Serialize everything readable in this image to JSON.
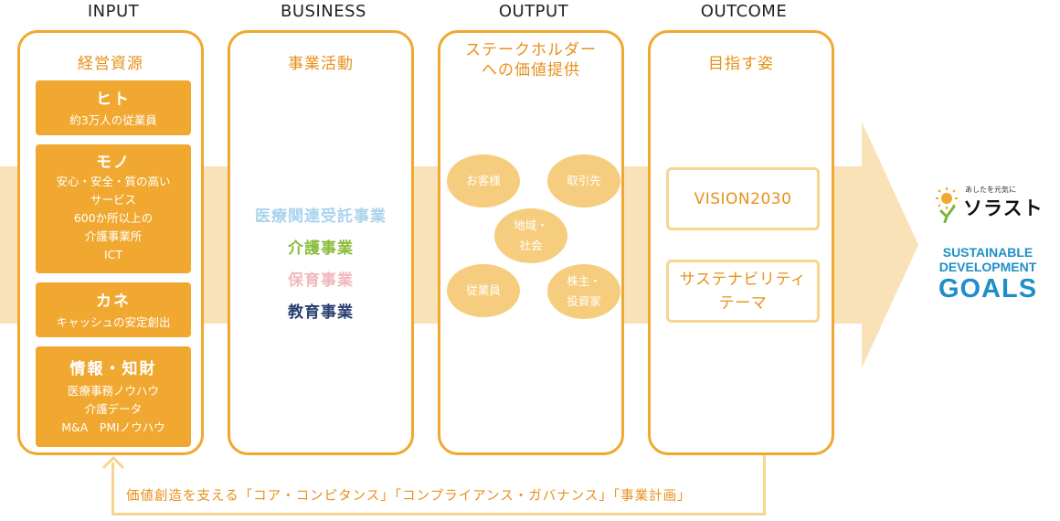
{
  "columns": {
    "input": "INPUT",
    "business": "BUSINESS",
    "output": "OUTPUT",
    "outcome": "OUTCOME"
  },
  "input_panel": {
    "title": "経営資源",
    "resources": [
      {
        "title": "ヒト",
        "lines": [
          "約3万人の従業員"
        ]
      },
      {
        "title": "モノ",
        "lines": [
          "安心・安全・質の高い",
          "サービス",
          "600か所以上の",
          "介護事業所",
          "ICT"
        ]
      },
      {
        "title": "カネ",
        "lines": [
          "キャッシュの安定創出"
        ]
      },
      {
        "title": "情報・知財",
        "lines": [
          "医療事務ノウハウ",
          "介護データ",
          "M&A　PMIノウハウ"
        ]
      }
    ]
  },
  "business_panel": {
    "title": "事業活動",
    "items": [
      {
        "label": "医療関連受託事業",
        "color": "#a9d4ec"
      },
      {
        "label": "介護事業",
        "color": "#8cbc3c"
      },
      {
        "label": "保育事業",
        "color": "#f3b7bf"
      },
      {
        "label": "教育事業",
        "color": "#2b3f74"
      }
    ]
  },
  "output_panel": {
    "title_lines": [
      "ステークホルダー",
      "への価値提供"
    ],
    "stakeholders": [
      {
        "lines": [
          "お客様"
        ]
      },
      {
        "lines": [
          "取引先"
        ]
      },
      {
        "lines": [
          "地域・",
          "社会"
        ]
      },
      {
        "lines": [
          "従業員"
        ]
      },
      {
        "lines": [
          "株主・",
          "投資家"
        ]
      }
    ]
  },
  "outcome_panel": {
    "title": "目指す姿",
    "boxes": [
      {
        "lines": [
          "VISION2030"
        ]
      },
      {
        "lines": [
          "サステナビリティ",
          "テーマ"
        ]
      }
    ]
  },
  "feedback": {
    "text": "価値創造を支える「コア・コンピタンス」「コンプライアンス・ガバナンス」「事業計画」"
  },
  "logos": {
    "company_tagline": "あしたを元気に",
    "company_name": "ソラスト",
    "sdg_lines": [
      "SUSTAINABLE",
      "DEVELOPMENT",
      "GOALS"
    ]
  },
  "colors": {
    "accent": "#f0a830",
    "accent_text": "#e8901a",
    "band": "#f9e2b8",
    "bubble": "#f6cd7e",
    "sdg_blue": "#1f8fc9"
  }
}
